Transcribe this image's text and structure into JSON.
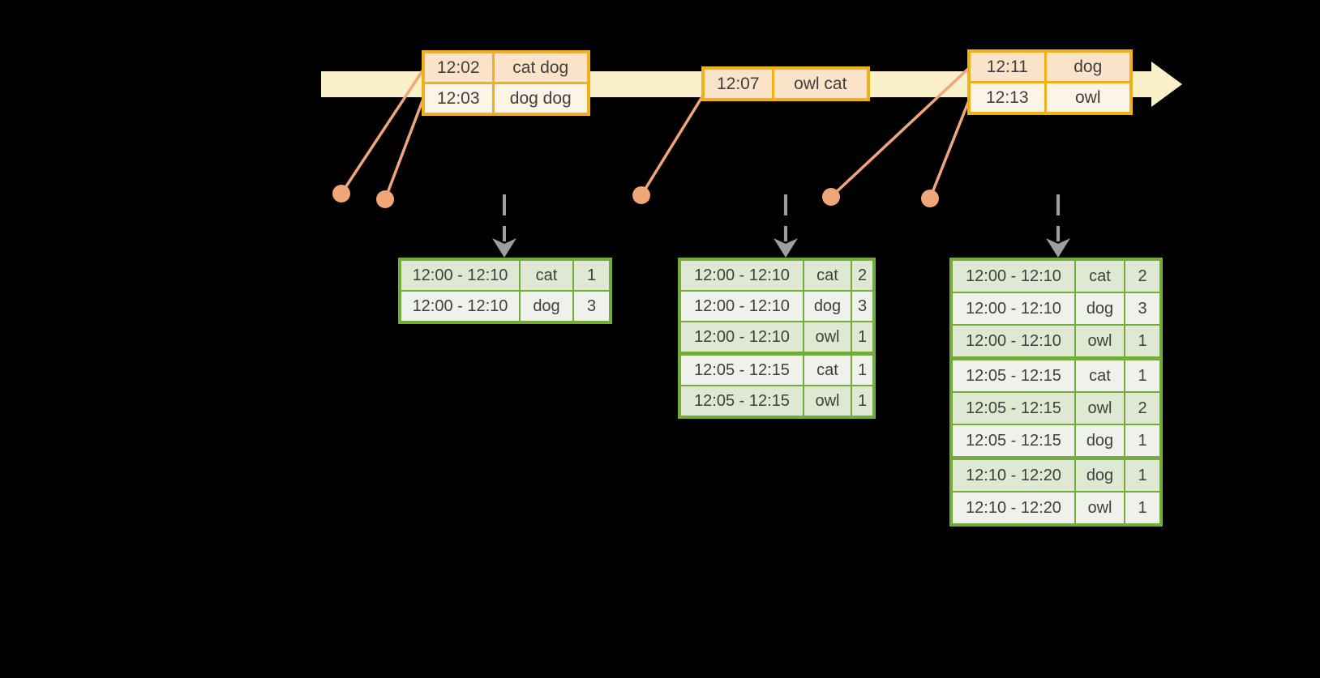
{
  "colors": {
    "background": "#000000",
    "timeline_band": "#faf1cb",
    "input_border": "#efb117",
    "input_row_odd": "#fae3c8",
    "input_row_even": "#fdf4e6",
    "result_border": "#74ac3c",
    "result_row_odd": "#dfe8d3",
    "result_row_even": "#eff2ea",
    "connector": "#efa678",
    "trigger_arrow": "#9e9e9e",
    "text": "#3f3f3f"
  },
  "icons": {
    "timeline_arrow": "right-arrow",
    "trigger_arrow": "dashed-down-arrow",
    "event_dot": "filled-circle"
  },
  "input_tables": [
    {
      "rows": [
        {
          "time": "12:02",
          "words": "cat dog"
        },
        {
          "time": "12:03",
          "words": "dog dog"
        }
      ]
    },
    {
      "rows": [
        {
          "time": "12:07",
          "words": "owl cat"
        }
      ]
    },
    {
      "rows": [
        {
          "time": "12:11",
          "words": "dog"
        },
        {
          "time": "12:13",
          "words": "owl"
        }
      ]
    }
  ],
  "result_tables": [
    {
      "rows": [
        {
          "window": "12:00 - 12:10",
          "word": "cat",
          "count": "1"
        },
        {
          "window": "12:00 - 12:10",
          "word": "dog",
          "count": "3"
        }
      ]
    },
    {
      "rows": [
        {
          "window": "12:00 - 12:10",
          "word": "cat",
          "count": "2"
        },
        {
          "window": "12:00 - 12:10",
          "word": "dog",
          "count": "3"
        },
        {
          "window": "12:00 - 12:10",
          "word": "owl",
          "count": "1"
        },
        {
          "window": "12:05 - 12:15",
          "word": "cat",
          "count": "1"
        },
        {
          "window": "12:05 - 12:15",
          "word": "owl",
          "count": "1"
        }
      ]
    },
    {
      "rows": [
        {
          "window": "12:00 - 12:10",
          "word": "cat",
          "count": "2"
        },
        {
          "window": "12:00 - 12:10",
          "word": "dog",
          "count": "3"
        },
        {
          "window": "12:00 - 12:10",
          "word": "owl",
          "count": "1"
        },
        {
          "window": "12:05 - 12:15",
          "word": "cat",
          "count": "1"
        },
        {
          "window": "12:05 - 12:15",
          "word": "owl",
          "count": "2"
        },
        {
          "window": "12:05 - 12:15",
          "word": "dog",
          "count": "1"
        },
        {
          "window": "12:10 - 12:20",
          "word": "dog",
          "count": "1"
        },
        {
          "window": "12:10 - 12:20",
          "word": "owl",
          "count": "1"
        }
      ]
    }
  ]
}
